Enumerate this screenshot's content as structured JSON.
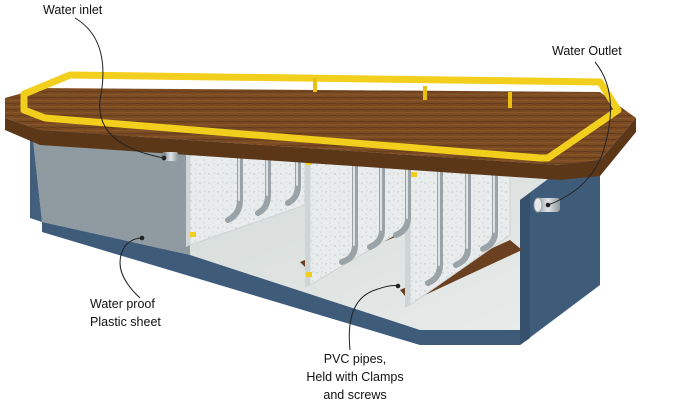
{
  "labels": {
    "water_inlet": "Water inlet",
    "water_outlet": "Water Outlet",
    "plastic_sheet": [
      "Water proof",
      "Plastic sheet"
    ],
    "pvc_pipes": [
      "PVC pipes,",
      "Held with Clamps",
      "and screws"
    ]
  },
  "colors": {
    "frame_yellow": "#f2cf1d",
    "wood_rim": "#7a4a22",
    "wall_blue": "#3e5b7a",
    "interior_grey": "#8d9aa0",
    "baffle_white": "#e8ebea",
    "pipe_grey": "#b5bcbf",
    "beam_brown": "#6a4020"
  },
  "icons": [
    "inlet-pipe-icon",
    "outlet-pipe-icon"
  ]
}
